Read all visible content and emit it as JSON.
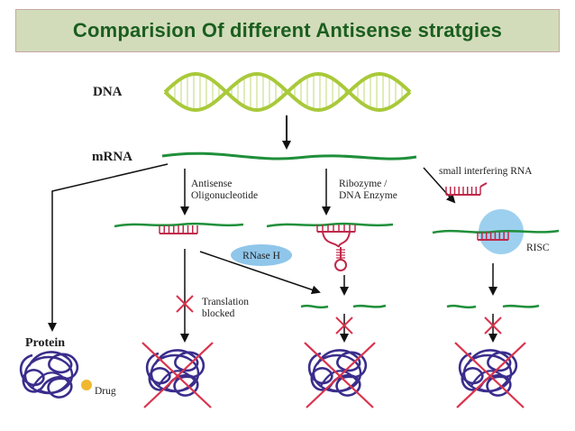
{
  "title": "Comparision Of different  Antisense stratgies",
  "labels": {
    "dna": "DNA",
    "mrna": "mRNA",
    "protein": "Protein",
    "drug": "Drug",
    "antisense_line1": "Antisense",
    "antisense_line2": "Oligonucleotide",
    "ribozyme_line1": "Ribozyme /",
    "ribozyme_line2": "DNA Enzyme",
    "sirna": "small interfering RNA",
    "rnase_h": "RNase H",
    "risc": "RISC",
    "translation_line1": "Translation",
    "translation_line2": "blocked"
  },
  "colors": {
    "dna_helix": "#a9c93a",
    "mrna_strand": "#1f8f3a",
    "oligo": "#c0284a",
    "protein_chain": "#3a2d8c",
    "block_x": "#d9334d",
    "drug": "#f0b830",
    "risc": "#8cc8ec",
    "rnase_h": "#8fc6ea",
    "title_bg": "#d2dcba",
    "title_text": "#1b5e1f"
  }
}
